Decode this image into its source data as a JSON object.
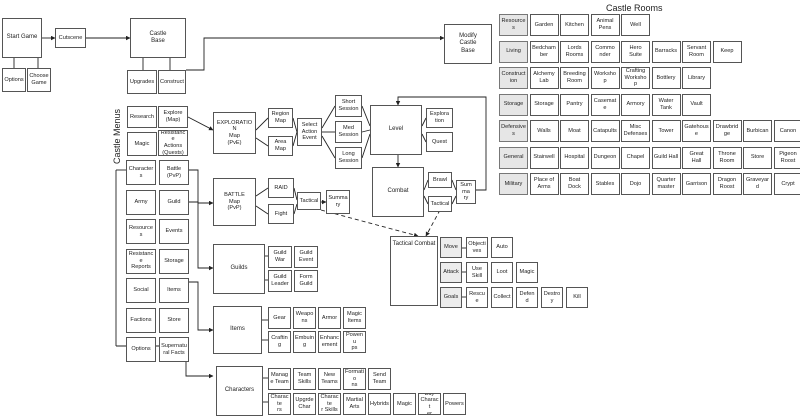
{
  "castle_rooms": {
    "title": "Castle Rooms",
    "rows": [
      {
        "category": "Resources",
        "items": [
          "Garden",
          "Kitchen",
          "Animal\nPens",
          "Well"
        ]
      },
      {
        "category": "Living",
        "items": [
          "Bedcham\nber",
          "Lords\nRooms",
          "Commo\nnder",
          "Hero\nSuite",
          "Barracks",
          "Servant\nRoom",
          "Keep"
        ]
      },
      {
        "category": "Construct\nion",
        "items": [
          "Alchemy\nLab",
          "Breeding\nRoom",
          "Worksho\np",
          "Crafting\nWorksho\np",
          "Bottlery",
          "Library"
        ]
      },
      {
        "category": "Storage",
        "items": [
          "Storage",
          "Pantry",
          "Casemat\ne",
          "Armory",
          "Water\nTank",
          "Vault"
        ]
      },
      {
        "category": "Defensive\ns",
        "items": [
          "Walls",
          "Moat",
          "Catapults",
          "Misc\nDefenses",
          "Tower",
          "Gatehous\ne",
          "Drawbrid\nge",
          "Burbican",
          "Canon"
        ]
      },
      {
        "category": "General",
        "items": [
          "Stairwell",
          "Hospital",
          "Dungeon",
          "Chapel",
          "Guild Hall",
          "Great\nHall",
          "Throne\nRoom",
          "Store",
          "Pigeon\nRoost"
        ]
      },
      {
        "category": "Military",
        "items": [
          "Place of\nArms",
          "Boat\nDock",
          "Stables",
          "Dojo",
          "Quarter\nmaster",
          "Garrison",
          "Dragon\nRoost",
          "Graveyar\nd",
          "Crypt"
        ]
      }
    ]
  },
  "flow": {
    "start_game": "Start Game",
    "cutscene": "Cutscene",
    "options": "Options",
    "choose_game": "Choose\nGame",
    "castle_base": "Castle\nBase",
    "modify_castle_base": "Modify\nCastle\nBase",
    "upgrades": "Upgrades",
    "construct": "Construct",
    "research": "Research",
    "explore_map": "Explore\n(Map)",
    "magic": "Magic",
    "resistance_actions": "Resistance\nActions\n(Quests)"
  },
  "castle_menus": {
    "label": "Castle Menus",
    "items": [
      "Characters",
      "Battle\n(PvP)",
      "Army",
      "Guild",
      "Resources",
      "Events",
      "Resistance\nReports",
      "Storage",
      "Social",
      "Items",
      "Factions",
      "Store",
      "Options",
      "Supernatu\nral Facts"
    ]
  },
  "exploration": {
    "map": "EXPLORATION\nMap\n(PvE)",
    "region_map": "Region\nMap",
    "area_map": "Area\nMap",
    "select_action_event": "Select\nAction\nEvent",
    "short_session": "Short\nSession",
    "med_session": "Med\nSession",
    "long_session": "Long\nSession",
    "level": "Level",
    "exploration": "Explora\ntion",
    "quest": "Quest",
    "combat": "Combat",
    "brawl": "Brawl",
    "tactical": "Tactical",
    "summary": "Summa\nry"
  },
  "battle": {
    "map": "BATTLE\nMap\n(PvP)",
    "raid": "RAID",
    "fight": "Fight",
    "tactical": "Tactical",
    "summary": "Summa\nry"
  },
  "tactical_combat": {
    "title": "Tactical Combat",
    "categories": [
      "Move",
      "Attack",
      "Goals"
    ],
    "move_items": [
      "Objecti\nves",
      "Auto"
    ],
    "attack_items": [
      "Use\nSkill",
      "Loot",
      "Magic"
    ],
    "goal_items": [
      "Rescue",
      "Collect",
      "Defend",
      "Destroy",
      "Kill"
    ]
  },
  "guilds": {
    "title": "Guilds",
    "items": [
      "Guild\nWar",
      "Guild\nEvent",
      "Guild\nLeader",
      "Form\nGuild"
    ]
  },
  "items_section": {
    "title": "Items",
    "items": [
      "Gear",
      "Weapo\nns",
      "Armor",
      "Magic\nItems",
      "Crafting",
      "Embuin\ng",
      "Enhanc\nement",
      "Powenu\nps"
    ]
  },
  "characters_section": {
    "title": "Characters",
    "row1": [
      "Manag\ne Team",
      "Team\nSkills",
      "New\nTeams",
      "Formatio\nns",
      "Send\nTeam"
    ],
    "row2": [
      "Characte\nrs",
      "Upgrde\nChar",
      "Characte\nr Skills",
      "Martial\nArts",
      "Hybrids",
      "Magic",
      "Buy\nCharact\ner",
      "Powers"
    ]
  }
}
